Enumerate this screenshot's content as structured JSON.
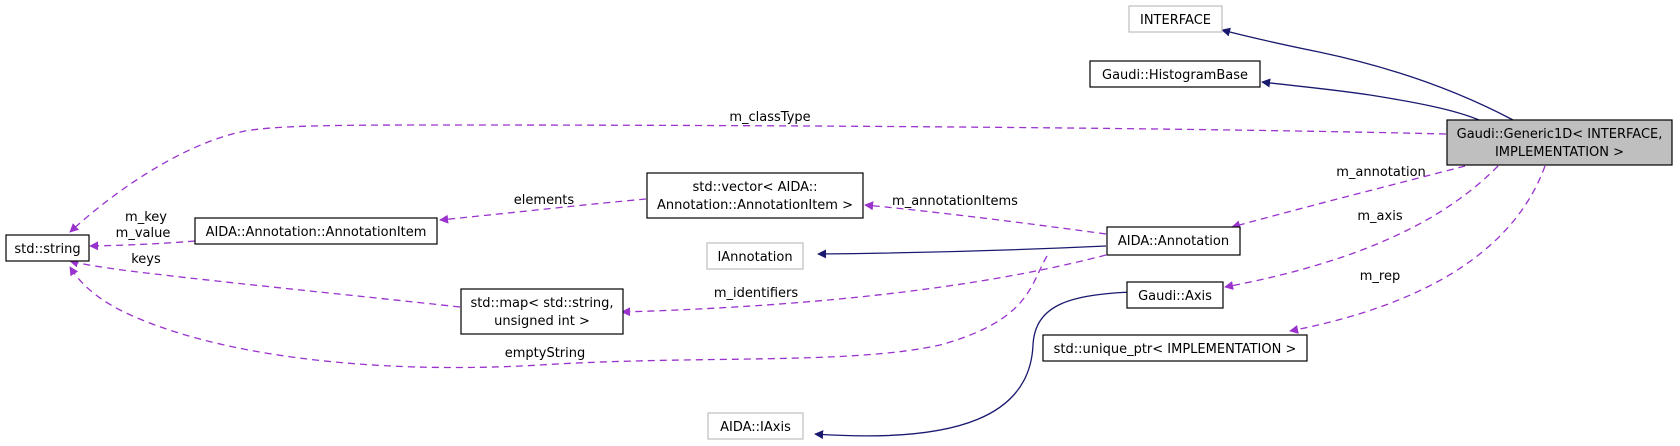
{
  "colors": {
    "inheritance_edge": "#191970",
    "usage_edge": "#9a32cd",
    "highlight_fill": "#bfbfbf",
    "external_border": "#bfbfbf"
  },
  "nodes": {
    "interface": {
      "label": "INTERFACE"
    },
    "histogram_base": {
      "label": "Gaudi::HistogramBase"
    },
    "generic1d": {
      "line1": "Gaudi::Generic1D< INTERFACE,",
      "line2": "IMPLEMENTATION >"
    },
    "std_string": {
      "label": "std::string"
    },
    "annotation_item": {
      "label": "AIDA::Annotation::AnnotationItem"
    },
    "std_vector": {
      "line1": "std::vector< AIDA::",
      "line2": "Annotation::AnnotationItem >"
    },
    "iannotation": {
      "label": "IAnnotation"
    },
    "aida_annotation": {
      "label": "AIDA::Annotation"
    },
    "std_map": {
      "line1": "std::map< std::string,",
      "line2": "unsigned int >"
    },
    "gaudi_axis": {
      "label": "Gaudi::Axis"
    },
    "unique_ptr": {
      "label": "std::unique_ptr< IMPLEMENTATION >"
    },
    "aida_iaxis": {
      "label": "AIDA::IAxis"
    }
  },
  "edge_labels": {
    "m_classtype": "m_classType",
    "m_key": "m_key",
    "m_value": "m_value",
    "elements": "elements",
    "m_annotationitems": "m_annotationItems",
    "keys": "keys",
    "m_identifiers": "m_identifiers",
    "emptystring": "emptyString",
    "m_annotation": "m_annotation",
    "m_axis": "m_axis",
    "m_rep": "m_rep"
  }
}
